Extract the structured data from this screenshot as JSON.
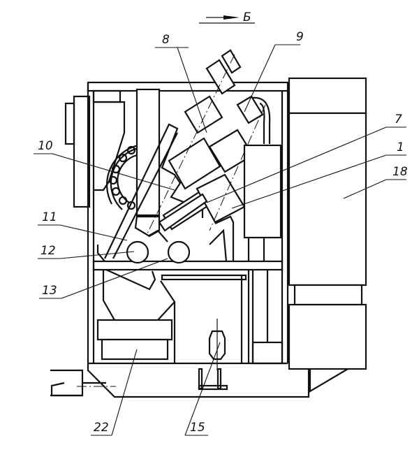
{
  "diagram": {
    "type": "technical-drawing",
    "style": "monochrome line drawing",
    "line_color": "#111111",
    "background": "#ffffff",
    "view_indicator": {
      "arrow": "right-arrow",
      "label": "Б"
    },
    "callouts": [
      {
        "id": "8",
        "label": "8"
      },
      {
        "id": "9",
        "label": "9"
      },
      {
        "id": "7",
        "label": "7"
      },
      {
        "id": "1",
        "label": "1"
      },
      {
        "id": "10",
        "label": "10"
      },
      {
        "id": "18",
        "label": "18"
      },
      {
        "id": "11",
        "label": "11"
      },
      {
        "id": "12",
        "label": "12"
      },
      {
        "id": "13",
        "label": "13"
      },
      {
        "id": "22",
        "label": "22"
      },
      {
        "id": "15",
        "label": "15"
      }
    ]
  }
}
